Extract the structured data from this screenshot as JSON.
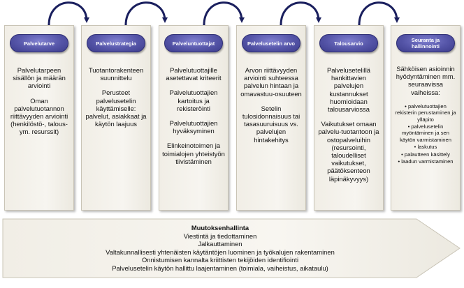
{
  "columns": [
    {
      "title": "Palvelutarve",
      "paragraphs": [
        "Palvelutarpeen sisällön ja määrän arviointi",
        "Oman palvelutuotannon riittävyyden arviointi (henkilöstö-, talous- ym. resurssit)"
      ]
    },
    {
      "title": "Palvelustrategia",
      "paragraphs": [
        "Tuotantorakenteen suunnittelu",
        "Perusteet palvelusetelin käyttämiselle: palvelut, asiakkaat ja käytön laajuus"
      ]
    },
    {
      "title": "Palveluntuottajat",
      "paragraphs": [
        "Palvelutuottajille asetettavat kriteerit",
        "Palvelutuottajien kartoitus ja rekisteröinti",
        "Palvelutuottajien hyväksyminen",
        "Elinkeinotoimen ja toimialojen yhteistyön tiivistäminen"
      ]
    },
    {
      "title": "Palvelusetelin arvo",
      "paragraphs": [
        "Arvon riittävyyden arviointi suhteessa palvelun hintaan ja omavastuu-osuuteen",
        "Setelin tulosidonnaisuus tai tasasuuruisuus vs. palvelujen hintakehitys"
      ]
    },
    {
      "title": "Talousarvio",
      "paragraphs": [
        "Palvelusetelillä hankittavien palvelujen kustannukset huomioidaan talousarviossa",
        "Vaikutukset omaan palvelu-tuotantoon ja ostopalveluihin (resursointi, taloudelliset vaikutukset, päätöksenteon läpinäkyvyys)"
      ]
    },
    {
      "title": "Seuranta ja hallinnointi",
      "paragraphs": [
        "Sähköisen asioinnin hyödyntäminen mm. seuraavissa vaiheissa:"
      ],
      "bullets": [
        "• palvelutuottajien rekisterin perustaminen ja ylläpito",
        "• palvelusetelin myöntäminen ja sen käytön varmistaminen",
        "• laskutus",
        "• palautteen käsittely",
        "• laadun varmistaminen"
      ]
    }
  ],
  "banner": {
    "title": "Muutoksenhallinta",
    "lines": [
      "Viestintä ja tiedottaminen",
      "Jalkauttaminen",
      "Valtakunnallisesti yhtenäisten käytäntöjen luominen ja työkalujen rakentaminen",
      "Onnistumisen kannalta kriittisten tekijöiden identifiointi",
      "Palvelusetelin käytön hallittu laajentaminen (toimiala, vaiheistus, aikataulu)"
    ]
  },
  "colors": {
    "pill": "#5555a8",
    "column_bg": "#f3f0e9",
    "connector": "#1a1f5e"
  }
}
